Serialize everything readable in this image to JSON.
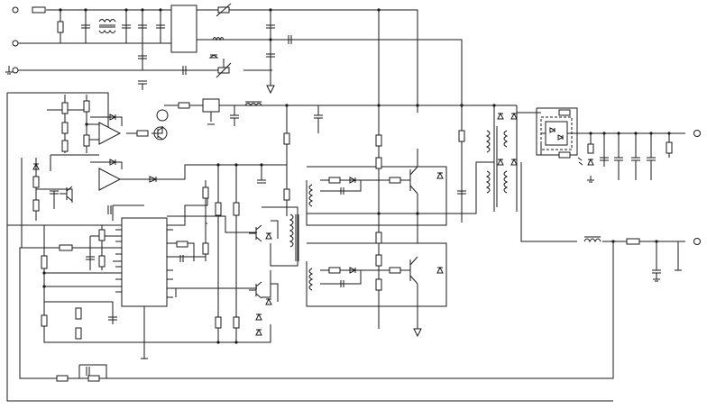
{
  "diagram": {
    "kind": "circuit-schematic",
    "colors": {
      "line": "#1a1a1a",
      "background": "#ffffff"
    },
    "terminals": [
      {
        "id": "ac-in-1",
        "type": "input-terminal"
      },
      {
        "id": "ac-in-2",
        "type": "input-terminal"
      },
      {
        "id": "earth",
        "type": "ground-terminal"
      },
      {
        "id": "out-1",
        "type": "output-terminal"
      },
      {
        "id": "out-2",
        "type": "output-terminal"
      }
    ],
    "component_kinds": [
      "resistor",
      "capacitor",
      "inductor",
      "transformer",
      "diode",
      "transistor",
      "opamp",
      "integrated-circuit",
      "bridge-rectifier",
      "led",
      "lamp",
      "ground"
    ]
  }
}
